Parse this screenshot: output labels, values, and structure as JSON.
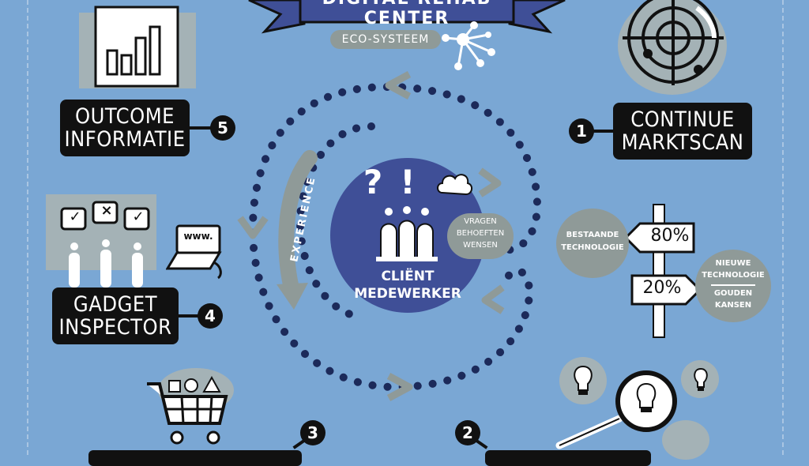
{
  "banner": {
    "title": "DIGITAL REHAB CENTER"
  },
  "ecosystem": {
    "label": "ECO-SYSTEEM"
  },
  "center": {
    "line1": "CLIËNT",
    "line2": "MEDEWERKER"
  },
  "experience": {
    "label": "EXPERIENCE"
  },
  "bubble": {
    "line1": "VRAGEN",
    "line2": "BEHOEFTEN",
    "line3": "WENSEN"
  },
  "steps": [
    {
      "number": "1",
      "line1": "CONTINUE",
      "line2": "MARKTSCAN"
    },
    {
      "number": "2",
      "line1": "",
      "line2": ""
    },
    {
      "number": "3",
      "line1": "",
      "line2": ""
    },
    {
      "number": "4",
      "line1": "GADGET",
      "line2": "INSPECTOR"
    },
    {
      "number": "5",
      "line1": "OUTCOME",
      "line2": "INFORMATIE"
    }
  ],
  "signpost": {
    "left_label_1": "BESTAANDE",
    "left_label_2": "TECHNOLOGIE",
    "sign_1": "80%",
    "sign_2": "20%",
    "right_label_1": "NIEUWE",
    "right_label_2": "TECHNOLOGIE",
    "right_label_3": "GOUDEN",
    "right_label_4": "KANSEN"
  },
  "laptop": {
    "screen_text": "www."
  },
  "gadget_marks": [
    "✓",
    "×",
    "✓"
  ],
  "center_marks": {
    "question": "?",
    "exclamation": "!"
  },
  "colors": {
    "background": "#7aa7d4",
    "navy": "#3f4f97",
    "grey": "#8f9a98",
    "dark": "#111111"
  }
}
